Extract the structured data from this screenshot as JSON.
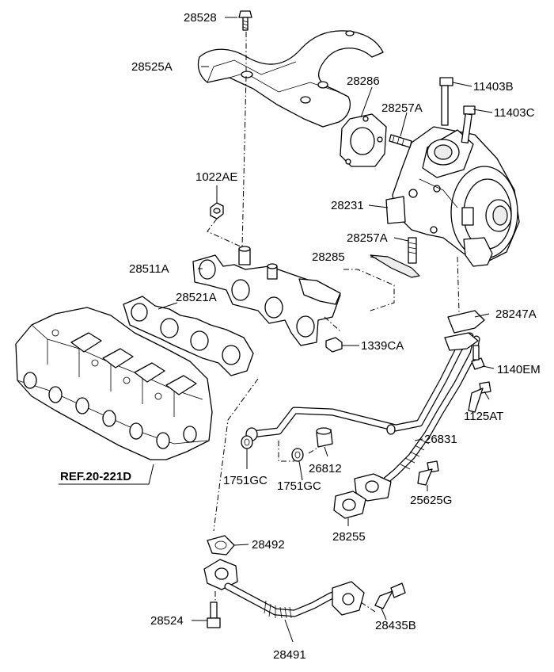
{
  "diagram": {
    "reference": "REF.20-221D",
    "callouts": [
      "28528",
      "28525A",
      "28286",
      "11403B",
      "28257A",
      "11403C",
      "1022AE",
      "28231",
      "28257A",
      "28285",
      "28511A",
      "28521A",
      "28247A",
      "1339CA",
      "1140EM",
      "1125AT",
      "26831",
      "26812",
      "1751GC",
      "1751GC",
      "25625G",
      "28255",
      "28492",
      "28524",
      "28435B",
      "28491"
    ]
  }
}
